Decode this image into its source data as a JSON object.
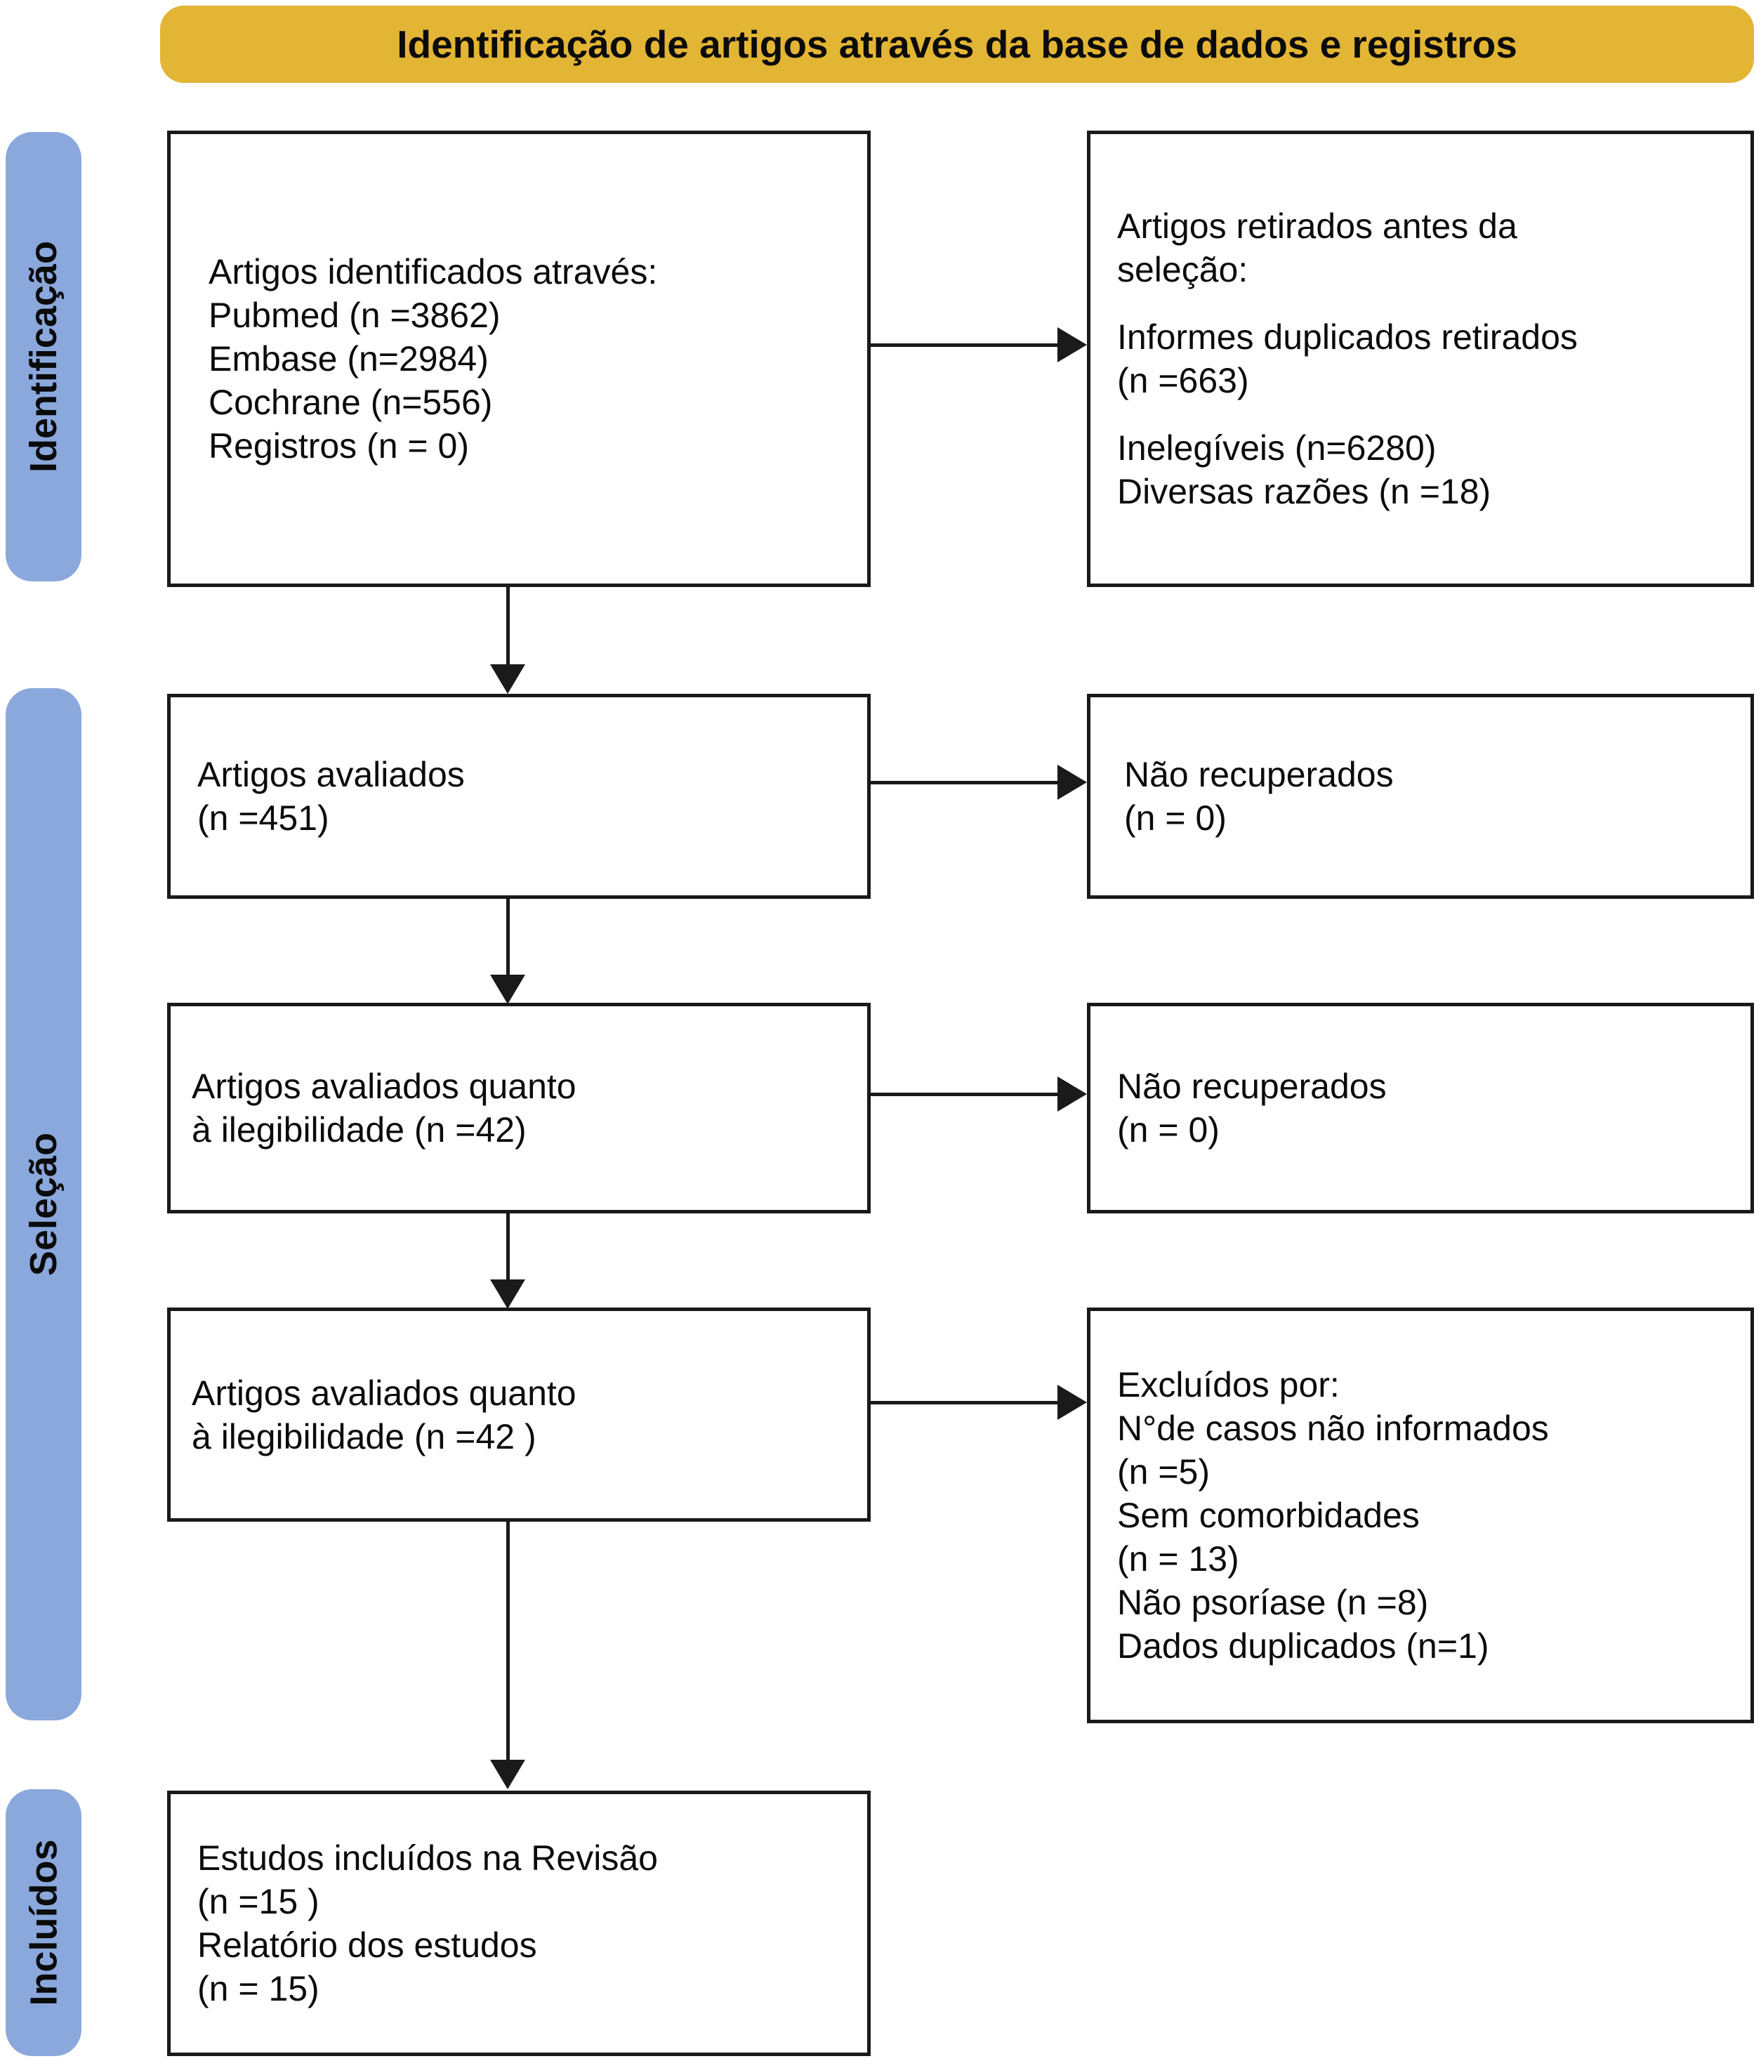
{
  "header": {
    "title": "Identificação de artigos através da base de dados e registros",
    "color": "#e3b534"
  },
  "stages": {
    "color": "#8aa8dc",
    "items": [
      {
        "id": "identificacao",
        "label": "Identificação"
      },
      {
        "id": "selecao",
        "label": "Seleção"
      },
      {
        "id": "incluidos",
        "label": "Incluídos"
      }
    ]
  },
  "boxes": {
    "identificados": {
      "lines": [
        "Artigos identificados através:",
        "Pubmed (n =3862)",
        "Embase (n=2984)",
        "Cochrane (n=556)",
        "Registros (n = 0)"
      ]
    },
    "retirados": {
      "lines": [
        "Artigos retirados antes da",
        "seleção:",
        "",
        "Informes duplicados retirados",
        "(n =663)",
        "",
        "Inelegíveis (n=6280)",
        "Diversas razões (n =18)"
      ]
    },
    "avaliados": {
      "lines": [
        "Artigos avaliados",
        "(n =451)"
      ]
    },
    "nao_recuperados_1": {
      "lines": [
        "Não recuperados",
        "(n = 0)"
      ]
    },
    "elegibilidade_1": {
      "lines": [
        "Artigos avaliados quanto",
        "à ilegibilidade (n =42)"
      ]
    },
    "nao_recuperados_2": {
      "lines": [
        "Não recuperados",
        "(n = 0)"
      ]
    },
    "elegibilidade_2": {
      "lines": [
        "Artigos avaliados quanto",
        "à ilegibilidade (n =42 )"
      ]
    },
    "excluidos": {
      "lines": [
        "Excluídos por:",
        "N°de casos não informados",
        "(n =5)",
        "Sem comorbidades",
        "(n = 13)",
        "Não psoríase (n =8)",
        "Dados duplicados (n=1)"
      ]
    },
    "incluidos": {
      "lines": [
        "Estudos incluídos na Revisão",
        "(n =15 )",
        "Relatório dos estudos",
        "(n = 15)"
      ]
    }
  },
  "chart_data": {
    "type": "diagram",
    "diagram_kind": "prisma-flow",
    "title": "Identificação de artigos através da base de dados e registros",
    "stages": [
      "Identificação",
      "Seleção",
      "Incluídos"
    ],
    "nodes": [
      {
        "id": "identificados",
        "stage": "Identificação",
        "column": "left",
        "text": "Artigos identificados através: Pubmed (n =3862) Embase (n=2984) Cochrane (n=556) Registros (n = 0)",
        "counts": {
          "Pubmed": 3862,
          "Embase": 2984,
          "Cochrane": 556,
          "Registros": 0
        }
      },
      {
        "id": "retirados",
        "stage": "Identificação",
        "column": "right",
        "text": "Artigos retirados antes da seleção",
        "counts": {
          "Informes duplicados retirados": 663,
          "Inelegíveis": 6280,
          "Diversas razões": 18
        }
      },
      {
        "id": "avaliados",
        "stage": "Seleção",
        "column": "left",
        "text": "Artigos avaliados",
        "counts": {
          "n": 451
        }
      },
      {
        "id": "nao_recuperados_1",
        "stage": "Seleção",
        "column": "right",
        "text": "Não recuperados",
        "counts": {
          "n": 0
        }
      },
      {
        "id": "elegibilidade_1",
        "stage": "Seleção",
        "column": "left",
        "text": "Artigos avaliados quanto à ilegibilidade",
        "counts": {
          "n": 42
        }
      },
      {
        "id": "nao_recuperados_2",
        "stage": "Seleção",
        "column": "right",
        "text": "Não recuperados",
        "counts": {
          "n": 0
        }
      },
      {
        "id": "elegibilidade_2",
        "stage": "Seleção",
        "column": "left",
        "text": "Artigos avaliados quanto à ilegibilidade",
        "counts": {
          "n": 42
        }
      },
      {
        "id": "excluidos",
        "stage": "Seleção",
        "column": "right",
        "text": "Excluídos por",
        "counts": {
          "N°de casos não informados": 5,
          "Sem comorbidades": 13,
          "Não psoríase": 8,
          "Dados duplicados": 1
        }
      },
      {
        "id": "incluidos",
        "stage": "Incluídos",
        "column": "left",
        "text": "Estudos incluídos na Revisão / Relatório dos estudos",
        "counts": {
          "Estudos incluídos na Revisão": 15,
          "Relatório dos estudos": 15
        }
      }
    ],
    "edges": [
      {
        "from": "identificados",
        "to": "retirados",
        "direction": "right"
      },
      {
        "from": "identificados",
        "to": "avaliados",
        "direction": "down"
      },
      {
        "from": "avaliados",
        "to": "nao_recuperados_1",
        "direction": "right"
      },
      {
        "from": "avaliados",
        "to": "elegibilidade_1",
        "direction": "down"
      },
      {
        "from": "elegibilidade_1",
        "to": "nao_recuperados_2",
        "direction": "right"
      },
      {
        "from": "elegibilidade_1",
        "to": "elegibilidade_2",
        "direction": "down"
      },
      {
        "from": "elegibilidade_2",
        "to": "excluidos",
        "direction": "right"
      },
      {
        "from": "elegibilidade_2",
        "to": "incluidos",
        "direction": "down"
      }
    ]
  }
}
